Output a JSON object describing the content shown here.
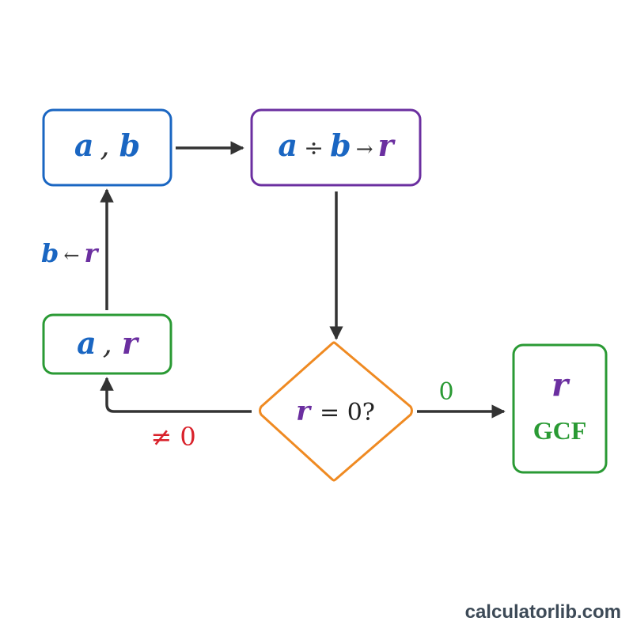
{
  "colors": {
    "blue": "#1a66c2",
    "purple": "#6b2fa0",
    "green": "#2a9a34",
    "orange": "#ef8a22",
    "red": "#d9222b",
    "dark": "#333333",
    "watermark": "#3d4a57"
  },
  "nodes": {
    "input": {
      "a": "a",
      "sep": ",",
      "b": "b"
    },
    "divide": {
      "a": "a",
      "op": "÷",
      "b": "b",
      "arrow": "→",
      "r": "r"
    },
    "shift": {
      "a": "a",
      "sep": ",",
      "r": "r"
    },
    "decision": {
      "r": "r",
      "rest": "= 0?"
    },
    "result": {
      "r": "r",
      "label": "GCF"
    }
  },
  "edges": {
    "update": {
      "b": "b",
      "arrow": "←",
      "r": "r"
    },
    "not_zero": "≠ 0",
    "zero": "0"
  },
  "watermark": "calculatorlib.com"
}
